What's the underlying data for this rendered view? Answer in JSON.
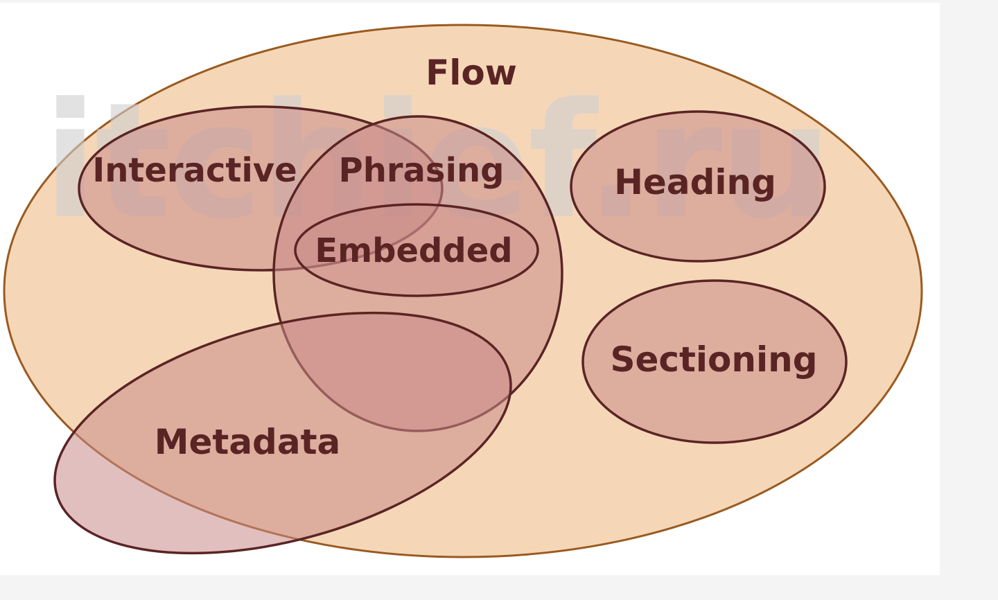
{
  "diagram": {
    "watermark": "itchief.ru",
    "labels": {
      "flow": "Flow",
      "interactive": "Interactive",
      "phrasing": "Phrasing",
      "embedded": "Embedded",
      "heading": "Heading",
      "sectioning": "Sectioning",
      "metadata": "Metadata"
    },
    "colors": {
      "flow_fill": "#f5d7b8",
      "flow_stroke": "#9a5a20",
      "category_fill": "#c98a88",
      "category_stroke": "#5a2424",
      "label_text": "#5a2424"
    }
  }
}
